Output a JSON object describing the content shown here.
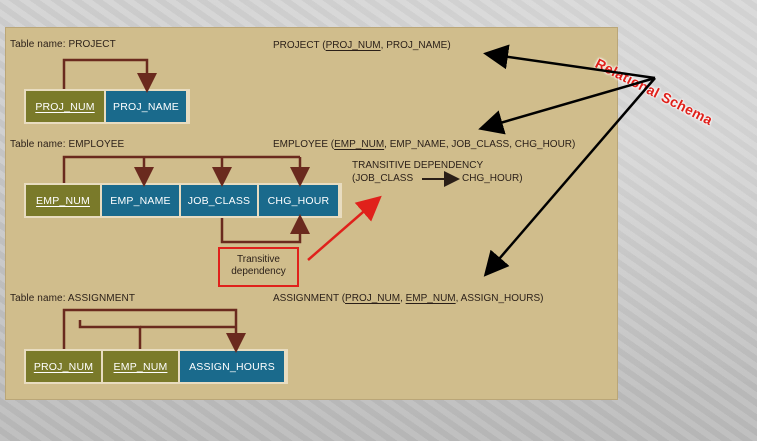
{
  "tables": {
    "project": {
      "table_label": "Table name: PROJECT",
      "schema_name": "PROJECT",
      "schema_keys": [
        "PROJ_NUM"
      ],
      "schema_attrs": [
        "PROJ_NAME"
      ],
      "columns": [
        {
          "label": "PROJ_NUM",
          "key": true
        },
        {
          "label": "PROJ_NAME",
          "key": false
        }
      ]
    },
    "employee": {
      "table_label": "Table name: EMPLOYEE",
      "schema_name": "EMPLOYEE",
      "schema_keys": [
        "EMP_NUM"
      ],
      "schema_attrs": [
        "EMP_NAME",
        "JOB_CLASS",
        "CHG_HOUR"
      ],
      "columns": [
        {
          "label": "EMP_NUM",
          "key": true
        },
        {
          "label": "EMP_NAME",
          "key": false
        },
        {
          "label": "JOB_CLASS",
          "key": false
        },
        {
          "label": "CHG_HOUR",
          "key": false
        }
      ]
    },
    "assignment": {
      "table_label": "Table name: ASSIGNMENT",
      "schema_name": "ASSIGNMENT",
      "schema_keys": [
        "PROJ_NUM",
        "EMP_NUM"
      ],
      "schema_attrs": [
        "ASSIGN_HOURS"
      ],
      "columns": [
        {
          "label": "PROJ_NUM",
          "key": true
        },
        {
          "label": "EMP_NUM",
          "key": true
        },
        {
          "label": "ASSIGN_HOURS",
          "key": false
        }
      ]
    }
  },
  "transitive": {
    "heading": "TRANSITIVE DEPENDENCY",
    "from": "(JOB_CLASS",
    "to": "CHG_HOUR)",
    "box_line1": "Transitive",
    "box_line2": "dependency"
  },
  "annotation": "Relational Schema",
  "colors": {
    "panel": "#d0bd8c",
    "key_box": "#7a7a2a",
    "attr_box": "#1a6a8c",
    "dependency_line": "#6a2a1e",
    "highlight": "#e0211b"
  }
}
